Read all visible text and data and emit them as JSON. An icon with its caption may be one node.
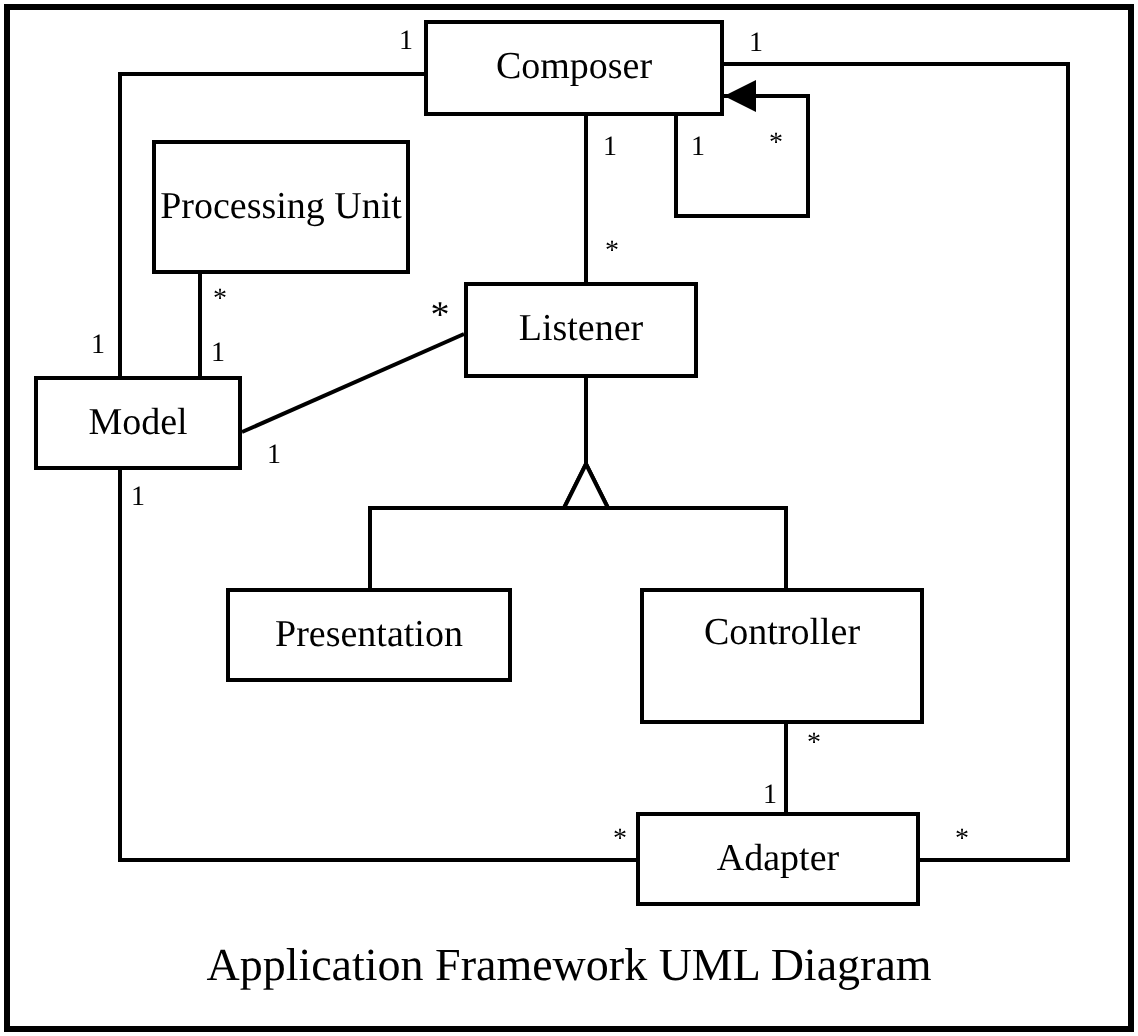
{
  "diagram": {
    "caption": "Application Framework UML Diagram",
    "nodes": [
      {
        "text": [
          "Composer"
        ]
      },
      {
        "text": [
          "Processing Unit"
        ]
      },
      {
        "text": [
          "Listener"
        ]
      },
      {
        "text": [
          "Model"
        ]
      },
      {
        "text": [
          "Presentation"
        ]
      },
      {
        "text": [
          "Controller"
        ]
      },
      {
        "text": [
          "Adapter"
        ]
      }
    ],
    "edges": [
      {
        "from": 0,
        "to": 3,
        "arrow": "none"
      },
      {
        "from": 0,
        "to": 2,
        "arrow": "none"
      },
      {
        "from": 0,
        "to": 0,
        "arrow": "to"
      },
      {
        "from": 0,
        "to": 6,
        "arrow": "none"
      },
      {
        "from": 1,
        "to": 3,
        "arrow": "none"
      },
      {
        "from": 2,
        "to": 3,
        "arrow": "none"
      },
      {
        "from": 3,
        "to": 6,
        "arrow": "none"
      },
      {
        "from": 4,
        "to": 2,
        "arrow": "to"
      },
      {
        "from": 5,
        "to": 2,
        "arrow": "to"
      },
      {
        "from": 5,
        "to": 6,
        "arrow": "none"
      }
    ],
    "labels": [
      "1",
      "1",
      "1",
      "1",
      "*",
      "*",
      "*",
      "*",
      "1",
      "1",
      "1",
      "1",
      "*",
      "1",
      "*",
      "*"
    ]
  }
}
